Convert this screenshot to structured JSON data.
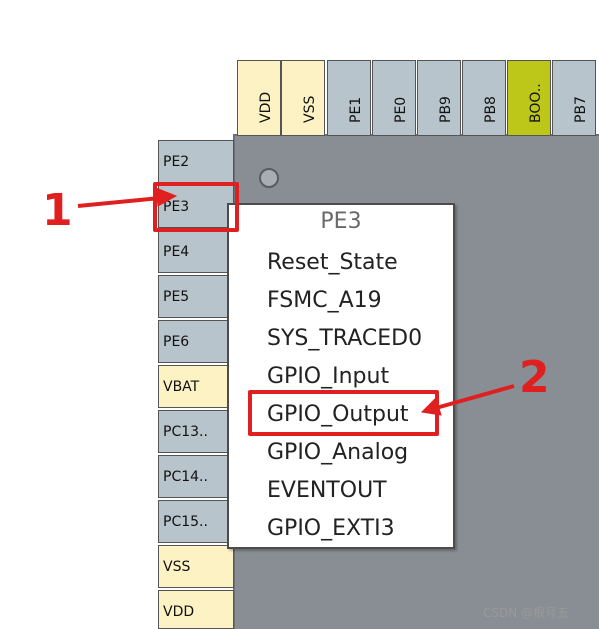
{
  "top_pins": [
    {
      "label": "VDD",
      "kind": "pw"
    },
    {
      "label": "VSS",
      "kind": "pw"
    },
    {
      "label": "PE1",
      "kind": "io"
    },
    {
      "label": "PE0",
      "kind": "io"
    },
    {
      "label": "PB9",
      "kind": "io"
    },
    {
      "label": "PB8",
      "kind": "io"
    },
    {
      "label": "BOO..",
      "kind": "boot"
    },
    {
      "label": "PB7",
      "kind": "io"
    }
  ],
  "left_pins": [
    {
      "label": "PE2",
      "kind": "io"
    },
    {
      "label": "PE3",
      "kind": "io"
    },
    {
      "label": "PE4",
      "kind": "io"
    },
    {
      "label": "PE5",
      "kind": "io"
    },
    {
      "label": "PE6",
      "kind": "io"
    },
    {
      "label": "VBAT",
      "kind": "pw"
    },
    {
      "label": "PC13..",
      "kind": "io"
    },
    {
      "label": "PC14..",
      "kind": "io"
    },
    {
      "label": "PC15..",
      "kind": "io"
    },
    {
      "label": "VSS",
      "kind": "pw"
    },
    {
      "label": "VDD",
      "kind": "pw"
    }
  ],
  "context_menu": {
    "title": "PE3",
    "items": [
      "Reset_State",
      "FSMC_A19",
      "SYS_TRACED0",
      "GPIO_Input",
      "GPIO_Output",
      "GPIO_Analog",
      "EVENTOUT",
      "GPIO_EXTI3"
    ]
  },
  "annotations": {
    "marker_1": "1",
    "marker_2": "2"
  },
  "watermark": "CSDN @根号五",
  "colors": {
    "io_pin": "#b8c4cc",
    "power_pin": "#fdf2c4",
    "boot_pin": "#bcc71a",
    "chip_body": "#888e93",
    "annotation": "#e02020"
  }
}
